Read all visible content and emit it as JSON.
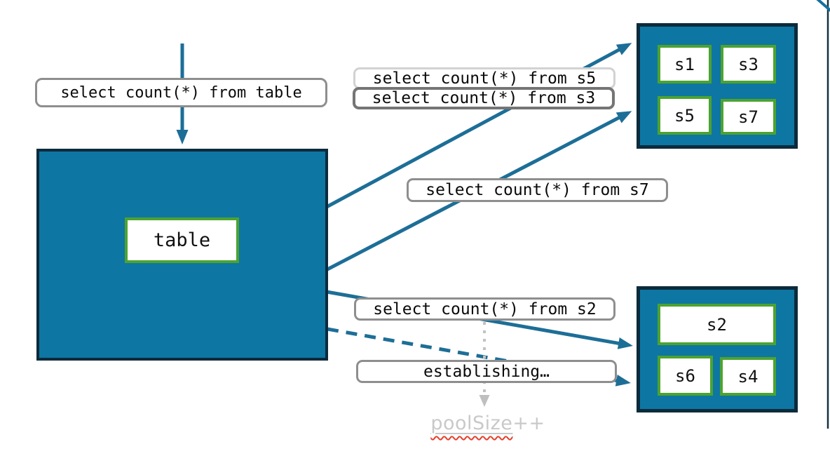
{
  "diagram": {
    "title_semantics": "query fan-out from logical table to shards",
    "queries": {
      "table": "select count(*) from table",
      "s5": "select count(*) from s5",
      "s3": "select count(*) from s3",
      "s7": "select count(*) from s7",
      "s2": "select count(*) from s2",
      "establishing": "establishing…"
    },
    "pool_size": {
      "text": "poolSize",
      "suffix": "++"
    },
    "table_label": "table",
    "top_shards": [
      "s1",
      "s3",
      "s5",
      "s7"
    ],
    "bottom_shards": [
      "s2",
      "s6",
      "s4"
    ],
    "colors": {
      "teal_fill": "#0E76A2",
      "dark_border": "#0C2B3C",
      "green_border": "#4CA330",
      "arrow_teal": "#1D6E97",
      "label_border_gray": "#8E8E8E",
      "label_border_light": "#D2D2D2",
      "label_border_dark": "#757575",
      "muted_gray_text": "#C9C9C9",
      "dotted_arrow_gray": "#C2C2C2",
      "squiggle_red": "#E4402E"
    }
  }
}
